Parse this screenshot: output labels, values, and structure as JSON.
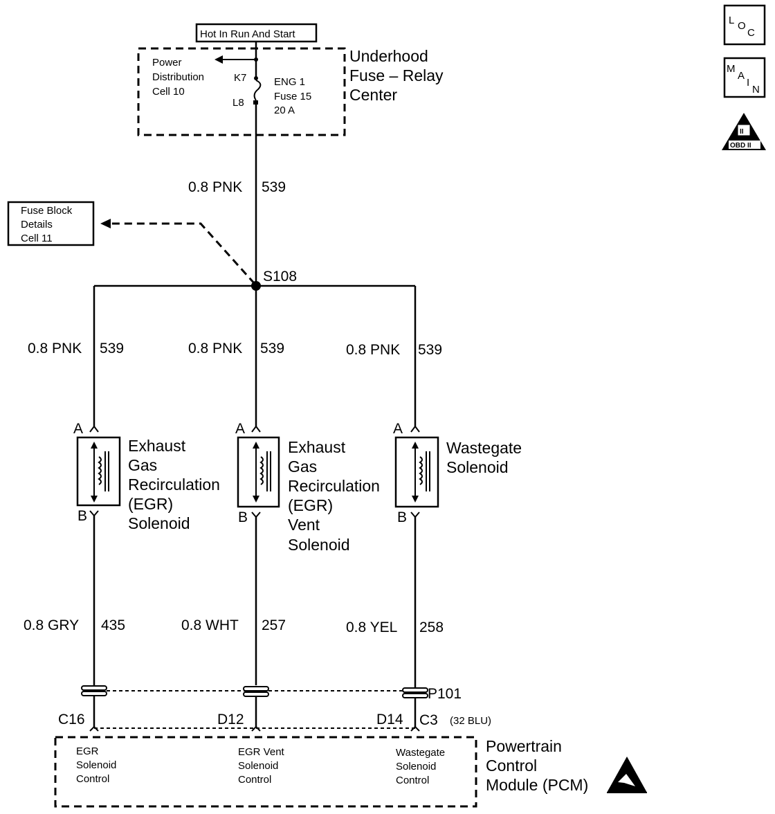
{
  "power": {
    "hot_label": "Hot In Run And Start",
    "pdc_line1": "Power",
    "pdc_line2": "Distribution",
    "pdc_line3": "Cell 10",
    "k7": "K7",
    "l8": "L8",
    "fuse_line1": "ENG 1",
    "fuse_line2": "Fuse 15",
    "fuse_line3": "20 A",
    "center_line1": "Underhood",
    "center_line2": "Fuse – Relay",
    "center_line3": "Center"
  },
  "icons": {
    "loc_l": "L",
    "loc_o": "O",
    "loc_c": "C",
    "main_m": "M",
    "main_a": "A",
    "main_i": "I",
    "main_n": "N",
    "obd_top": "II",
    "obd_bottom": "OBD II"
  },
  "fuse_block": {
    "line1": "Fuse Block",
    "line2": "Details",
    "line3": "Cell 11"
  },
  "main_wire": {
    "gauge_color": "0.8 PNK",
    "circuit": "539"
  },
  "splice": "S108",
  "branches": [
    {
      "wire_top_gauge": "0.8 PNK",
      "wire_top_circuit": "539",
      "pin_a": "A",
      "pin_b": "B",
      "solenoid_lines": [
        "Exhaust",
        "Gas",
        "Recirculation",
        "(EGR)",
        "Solenoid"
      ],
      "wire_bottom_gauge": "0.8 GRY",
      "wire_bottom_circuit": "435",
      "pcm_pin": "C16",
      "pcm_lines": [
        "EGR",
        "Solenoid",
        "Control"
      ]
    },
    {
      "wire_top_gauge": "0.8 PNK",
      "wire_top_circuit": "539",
      "pin_a": "A",
      "pin_b": "B",
      "solenoid_lines": [
        "Exhaust",
        "Gas",
        "Recirculation",
        "(EGR)",
        "Vent",
        "Solenoid"
      ],
      "wire_bottom_gauge": "0.8 WHT",
      "wire_bottom_circuit": "257",
      "pcm_pin": "D12",
      "pcm_lines": [
        "EGR Vent",
        "Solenoid",
        "Control"
      ]
    },
    {
      "wire_top_gauge": "0.8 PNK",
      "wire_top_circuit": "539",
      "pin_a": "A",
      "pin_b": "B",
      "solenoid_lines": [
        "Wastegate",
        "Solenoid"
      ],
      "wire_bottom_gauge": "0.8 YEL",
      "wire_bottom_circuit": "258",
      "pcm_pin": "D14",
      "pcm_lines": [
        "Wastegate",
        "Solenoid",
        "Control"
      ]
    }
  ],
  "connector": {
    "p101": "P101",
    "c3": "C3",
    "c3_detail": "(32 BLU)"
  },
  "pcm": {
    "line1": "Powertrain",
    "line2": "Control",
    "line3": "Module (PCM)"
  },
  "colors": {
    "ink": "#000000",
    "paper": "#ffffff"
  }
}
